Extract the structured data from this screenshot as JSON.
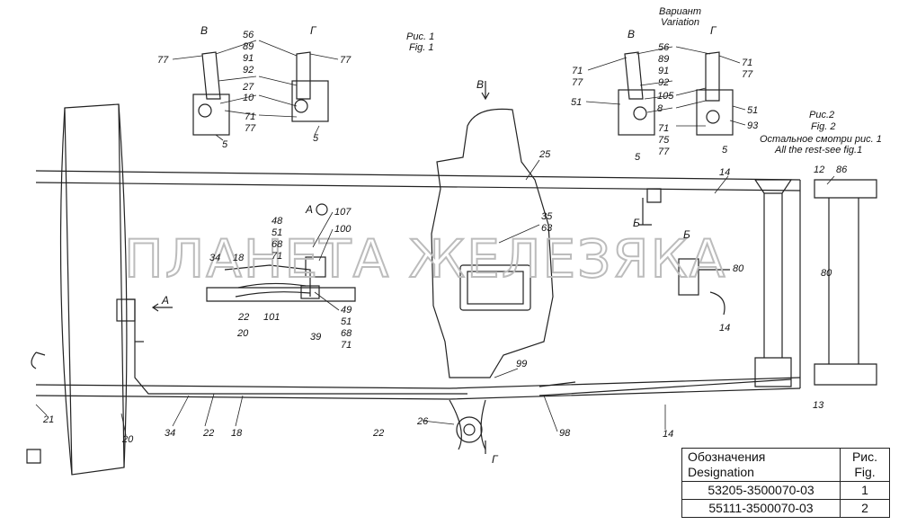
{
  "watermark": "ПЛАНЕТА ЖЕЛЕЗЯКА",
  "captions": {
    "fig1_ru": "Рис. 1",
    "fig1_en": "Fig. 1",
    "variant_ru": "Вариант",
    "variant_en": "Variation",
    "fig2_ru": "Рис.2",
    "fig2_en": "Fig. 2",
    "rest_ru": "Остальное смотри рис. 1",
    "rest_en": "All the rest-see fig.1"
  },
  "view_letters": {
    "v": "В",
    "g": "Г",
    "a": "А",
    "b": "Б"
  },
  "labels": {
    "n5": "5",
    "n8": "8",
    "n10": "10",
    "n12": "12",
    "n13": "13",
    "n14": "14",
    "n18": "18",
    "n20": "20",
    "n21": "21",
    "n22": "22",
    "n25": "25",
    "n26": "26",
    "n27": "27",
    "n34": "34",
    "n35": "35",
    "n39": "39",
    "n48": "48",
    "n49": "49",
    "n51": "51",
    "n56": "56",
    "n63": "63",
    "n68": "68",
    "n71": "71",
    "n75": "75",
    "n77": "77",
    "n80": "80",
    "n86": "86",
    "n89": "89",
    "n91": "91",
    "n92": "92",
    "n93": "93",
    "n98": "98",
    "n99": "99",
    "n100": "100",
    "n101": "101",
    "n105": "105",
    "n107": "107"
  },
  "table": {
    "header_ru": "Обозначения",
    "header_en": "Designation",
    "fig_ru": "Рис.",
    "fig_en": "Fig.",
    "rows": [
      {
        "designation": "53205-3500070-03",
        "fig": "1"
      },
      {
        "designation": "55111-3500070-03",
        "fig": "2"
      }
    ]
  }
}
